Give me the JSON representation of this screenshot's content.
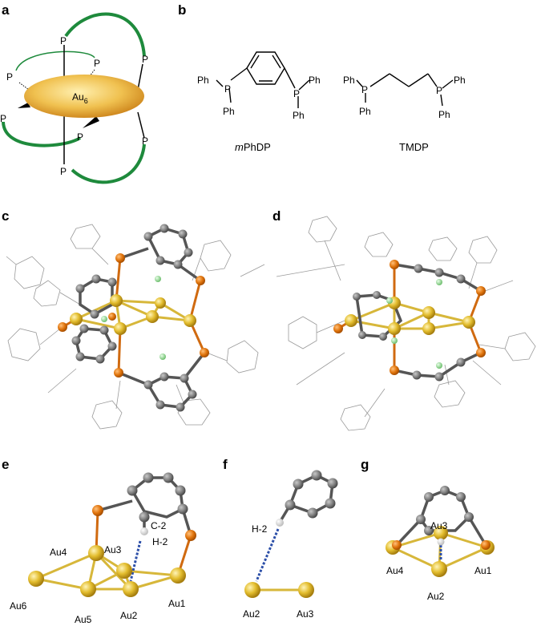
{
  "panels": {
    "a": "a",
    "b": "b",
    "c": "c",
    "d": "d",
    "e": "e",
    "f": "f",
    "g": "g"
  },
  "panel_a": {
    "core_label": "Au",
    "core_sub": "6",
    "p_labels": [
      "P",
      "P",
      "P",
      "P",
      "P",
      "P",
      "P",
      "P"
    ]
  },
  "panel_b": {
    "mphdp": {
      "ph_left": "Ph",
      "ph_left_low": "Ph",
      "ph_right": "Ph",
      "ph_right_low": "Ph",
      "p1": "P",
      "p2": "P",
      "name_italic": "m",
      "name_rest": "PhDP"
    },
    "tmdp": {
      "ph_left": "Ph",
      "ph_left_low": "Ph",
      "ph_right": "Ph",
      "ph_right_low": "Ph",
      "p1": "P",
      "p2": "P",
      "name": "TMDP"
    }
  },
  "panel_e": {
    "labels": {
      "c2": "C-2",
      "h2": "H-2",
      "au1": "Au1",
      "au2": "Au2",
      "au3": "Au3",
      "au4": "Au4",
      "au5": "Au5",
      "au6": "Au6"
    }
  },
  "panel_f": {
    "labels": {
      "h2": "H-2",
      "au2": "Au2",
      "au3": "Au3"
    }
  },
  "panel_g": {
    "labels": {
      "au3": "Au3",
      "au4": "Au4",
      "au1": "Au1",
      "au2": "Au2"
    }
  },
  "colors": {
    "gold": "#e8c43a",
    "phosphorus": "#e07a10",
    "carbon": "#7f7f7f",
    "hydrogen": "#8fd48f",
    "hbond": "#2b4ea8",
    "ligand_arc": "#1e8a3c"
  }
}
